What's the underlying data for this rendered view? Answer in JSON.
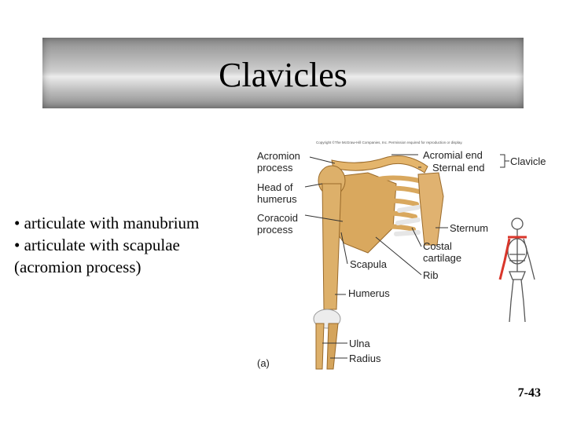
{
  "slide": {
    "title": "Clavicles",
    "bullets": [
      "• articulate with manubrium",
      "• articulate with scapulae",
      "(acromion process)"
    ],
    "page_number": "7-43"
  },
  "figure": {
    "copyright": "Copyright ©The McGraw-Hill Companies, Inc. Permission required for reproduction or display.",
    "labels": {
      "acromion_process": [
        "Acromion",
        "process"
      ],
      "head_of_humerus": [
        "Head of",
        "humerus"
      ],
      "coracoid_process": [
        "Coracoid",
        "process"
      ],
      "acromial_end": "Acromial end",
      "sternal_end": "Sternal end",
      "clavicle": "Clavicle",
      "sternum": "Sternum",
      "scapula": "Scapula",
      "costal_cartilage": [
        "Costal",
        "cartilage"
      ],
      "rib": "Rib",
      "humerus": "Humerus",
      "ulna": "Ulna",
      "radius": "Radius",
      "panel": "(a)"
    }
  }
}
